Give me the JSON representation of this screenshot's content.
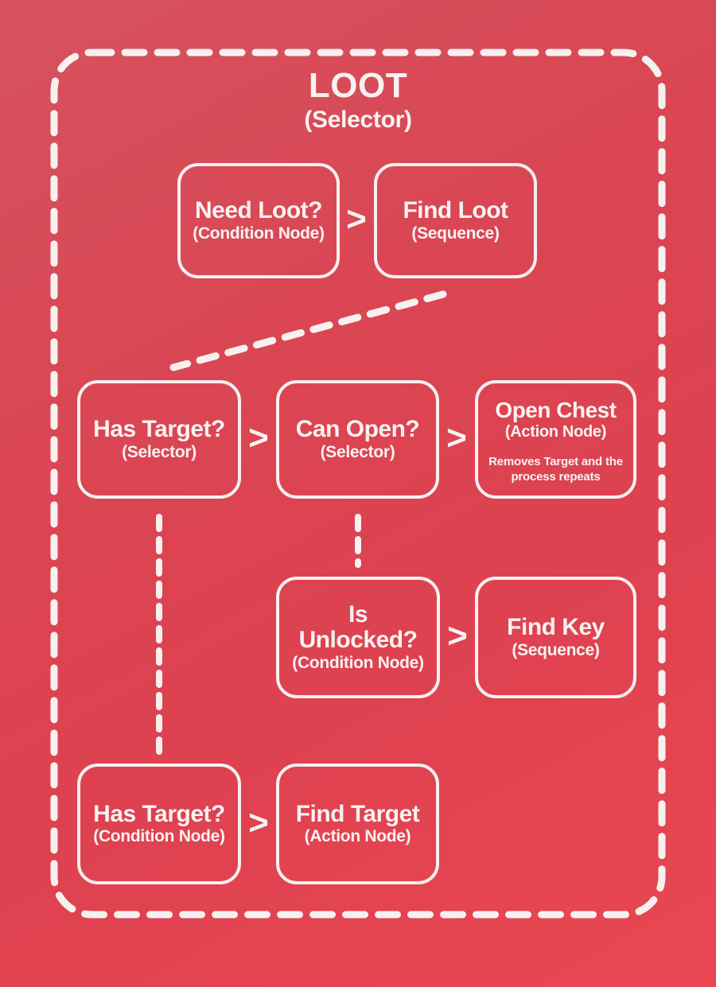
{
  "root": {
    "title": "LOOT",
    "subtitle": "(Selector)"
  },
  "separator": ">",
  "nodes": [
    {
      "id": "need-loot",
      "title": "Need Loot?",
      "subtitle": "(Condition Node)"
    },
    {
      "id": "find-loot",
      "title": "Find Loot",
      "subtitle": "(Sequence)"
    },
    {
      "id": "has-target-sel",
      "title": "Has Target?",
      "subtitle": "(Selector)"
    },
    {
      "id": "can-open",
      "title": "Can Open?",
      "subtitle": "(Selector)"
    },
    {
      "id": "open-chest",
      "title": "Open Chest",
      "subtitle": "(Action Node)",
      "note": "Removes Target and the process repeats"
    },
    {
      "id": "is-unlocked",
      "title": "Is Unlocked?",
      "subtitle": "(Condition Node)"
    },
    {
      "id": "find-key",
      "title": "Find Key",
      "subtitle": "(Sequence)"
    },
    {
      "id": "has-target-cond",
      "title": "Has Target?",
      "subtitle": "(Condition Node)"
    },
    {
      "id": "find-target",
      "title": "Find Target",
      "subtitle": "(Action Node)"
    }
  ],
  "colors": {
    "background_start": "#d6525f",
    "background_end": "#e94851",
    "stroke": "#f6f0ef",
    "text": "#f8f2f1"
  }
}
